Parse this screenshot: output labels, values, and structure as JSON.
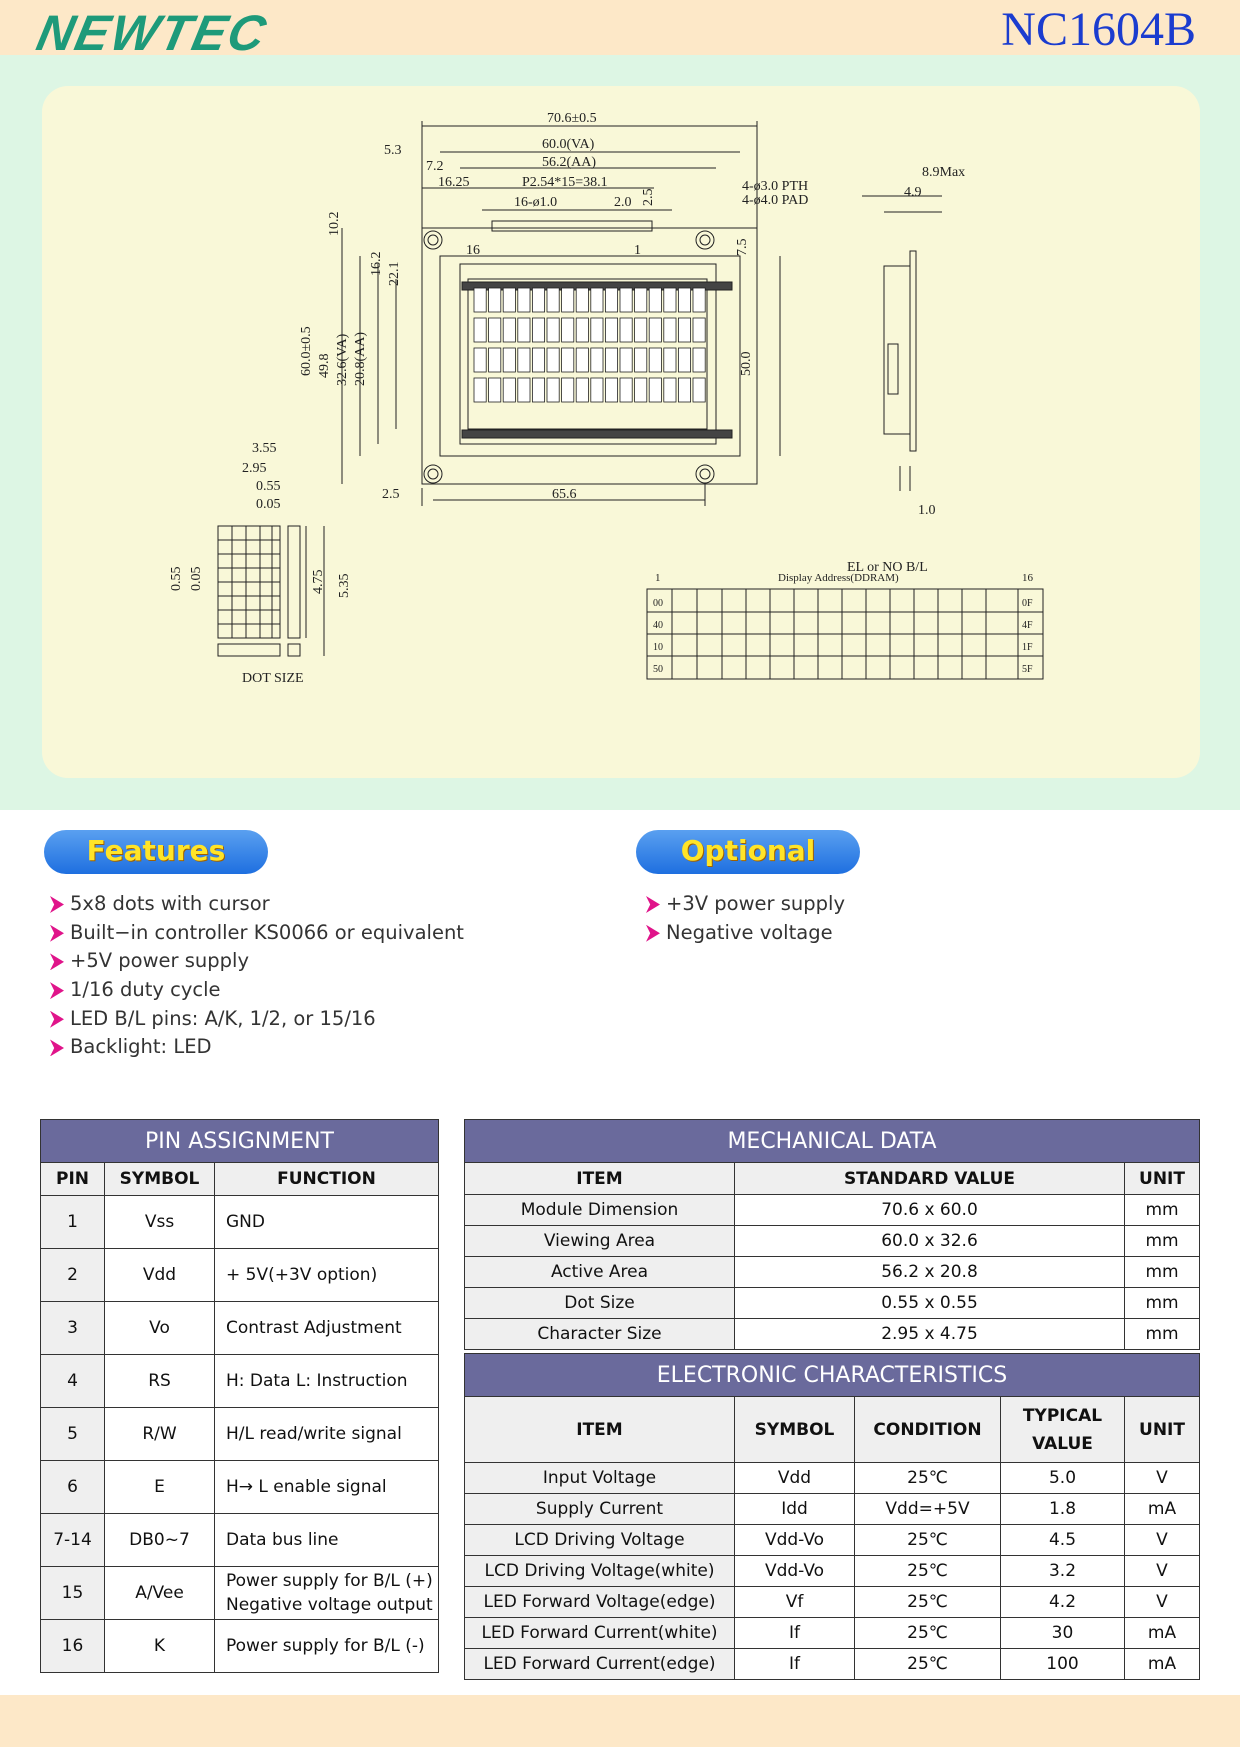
{
  "header": {
    "brand": "NEWTEC",
    "model": "NC1604B"
  },
  "drawing": {
    "dims": {
      "w706": "70.6±0.5",
      "va600": "60.0(VA)",
      "aa562": "56.2(AA)",
      "d53": "5.3",
      "d72": "7.2",
      "d1625": "16.25",
      "pitch": "P2.54*15=38.1",
      "holes": "16-ø1.0",
      "d20": "2.0",
      "d25v": "2.5",
      "pth": "4-ø3.0 PTH",
      "pad": "4-ø4.0 PAD",
      "d89": "8.9Max",
      "d49": "4.9",
      "d75": "7.5",
      "p16": "16",
      "p1": "1",
      "d102": "10.2",
      "d162": "16.2",
      "d221": "22.1",
      "h600": "60.0±0.5",
      "h498": "49.8",
      "va326": "32.6(VA)",
      "aa208": "20.8(AA)",
      "h500": "50.0",
      "d355": "3.55",
      "d295": "2.95",
      "d055a": "0.55",
      "d005a": "0.05",
      "d25h": "2.5",
      "d656": "65.6",
      "d10": "1.0",
      "elbl": "EL or NO B/L",
      "d055b": "0.55",
      "d005b": "0.05",
      "d475": "4.75",
      "d535": "5.35",
      "dotsize": "DOT SIZE"
    },
    "ddram": {
      "title": "Display Address(DDRAM)",
      "first": "1",
      "last": "16",
      "rows": [
        {
          "start": "00",
          "end": "0F"
        },
        {
          "start": "40",
          "end": "4F"
        },
        {
          "start": "10",
          "end": "1F"
        },
        {
          "start": "50",
          "end": "5F"
        }
      ]
    }
  },
  "features": {
    "title": "Features",
    "items": [
      "5x8 dots with cursor",
      "Built−in controller KS0066 or equivalent",
      "+5V power supply",
      "1/16 duty cycle",
      "LED B/L pins: A/K, 1/2, or 15/16",
      "Backlight: LED"
    ]
  },
  "optional": {
    "title": "Optional",
    "items": [
      "+3V power supply",
      "Negative voltage"
    ]
  },
  "pin_table": {
    "title": "PIN ASSIGNMENT",
    "headers": [
      "PIN",
      "SYMBOL",
      "FUNCTION"
    ],
    "rows": [
      {
        "pin": "1",
        "symbol": "Vss",
        "function": "GND"
      },
      {
        "pin": "2",
        "symbol": "Vdd",
        "function": "+ 5V(+3V option)"
      },
      {
        "pin": "3",
        "symbol": "Vo",
        "function": "Contrast Adjustment"
      },
      {
        "pin": "4",
        "symbol": "RS",
        "function": "H: Data L: Instruction"
      },
      {
        "pin": "5",
        "symbol": "R/W",
        "function": "H/L read/write signal"
      },
      {
        "pin": "6",
        "symbol": "E",
        "function": "H→ L enable signal"
      },
      {
        "pin": "7-14",
        "symbol": "DB0~7",
        "function": "Data bus line"
      },
      {
        "pin": "15",
        "symbol": "A/Vee",
        "function": "Power supply for B/L (+)",
        "function2": "Negative voltage output"
      },
      {
        "pin": "16",
        "symbol": "K",
        "function": "Power supply for B/L (-)"
      }
    ]
  },
  "mech_table": {
    "title": "MECHANICAL DATA",
    "headers": [
      "ITEM",
      "STANDARD VALUE",
      "UNIT"
    ],
    "rows": [
      {
        "item": "Module Dimension",
        "value": "70.6 x 60.0",
        "unit": "mm"
      },
      {
        "item": "Viewing Area",
        "value": "60.0 x 32.6",
        "unit": "mm"
      },
      {
        "item": "Active Area",
        "value": "56.2 x 20.8",
        "unit": "mm"
      },
      {
        "item": "Dot Size",
        "value": "0.55 x 0.55",
        "unit": "mm"
      },
      {
        "item": "Character Size",
        "value": "2.95 x 4.75",
        "unit": "mm"
      }
    ]
  },
  "elec_table": {
    "title": "ELECTRONIC CHARACTERISTICS",
    "headers": [
      "ITEM",
      "SYMBOL",
      "CONDITION",
      "TYPICAL",
      "VALUE",
      "UNIT"
    ],
    "rows": [
      {
        "item": "Input Voltage",
        "symbol": "Vdd",
        "condition": "25℃",
        "value": "5.0",
        "unit": "V"
      },
      {
        "item": "Supply Current",
        "symbol": "Idd",
        "condition": "Vdd=+5V",
        "value": "1.8",
        "unit": "mA"
      },
      {
        "item": "LCD Driving Voltage",
        "symbol": "Vdd-Vo",
        "condition": "25℃",
        "value": "4.5",
        "unit": "V"
      },
      {
        "item": "LCD Driving Voltage(white)",
        "symbol": "Vdd-Vo",
        "condition": "25℃",
        "value": "3.2",
        "unit": "V"
      },
      {
        "item": "LED Forward Voltage(edge)",
        "symbol": "Vf",
        "condition": "25℃",
        "value": "4.2",
        "unit": "V"
      },
      {
        "item": "LED Forward Current(white)",
        "symbol": "If",
        "condition": "25℃",
        "value": "30",
        "unit": "mA"
      },
      {
        "item": "LED Forward Current(edge)",
        "symbol": "If",
        "condition": "25℃",
        "value": "100",
        "unit": "mA"
      }
    ]
  }
}
